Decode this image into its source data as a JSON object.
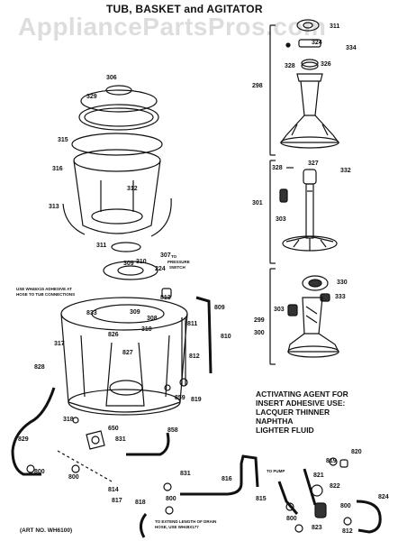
{
  "header": {
    "title": "TUB, BASKET and AGITATOR",
    "watermark": "AppliancePartsPros.com",
    "art_number": "(ART NO. WH6100)"
  },
  "notes": {
    "adhesive_heading": "ACTIVATING AGENT FOR",
    "adhesive_line2": "INSERT ADHESIVE USE:",
    "adhesive_items": [
      "LACQUER THINNER",
      "NAPHTHA",
      "LIGHTER FLUID"
    ],
    "use_adhesive": [
      "USE WH46X15 ADHESIVE AT",
      "HOSE TO TUB CONNECTIONS"
    ],
    "to_pressure_switch": [
      "TO",
      "PRESSURE",
      "SWITCH"
    ],
    "to_pump": "TO PUMP",
    "drain_hose": [
      "TO EXTEND LENGTH OF DRAIN",
      "HOSE, USE WH49X177"
    ]
  },
  "parts": {
    "p306": "306",
    "p329": "329",
    "p315": "315",
    "p316": "316",
    "p312": "312",
    "p313": "313",
    "p311": "311",
    "p310": "310",
    "p307": "307",
    "p309a": "309",
    "p224": "224",
    "p813": "813",
    "p809": "809",
    "p833": "833",
    "p309b": "309",
    "p308": "308",
    "p810t": "310",
    "p826": "826",
    "p811": "811",
    "p810": "810",
    "p317": "317",
    "p828": "828",
    "p827": "827",
    "p812": "812",
    "p859": "859",
    "p819a": "819",
    "p318": "318",
    "p650": "650",
    "p858": "858",
    "p829": "829",
    "p831a": "831",
    "p800a": "800",
    "p800b": "800",
    "p814": "814",
    "p817": "817",
    "p831b": "831",
    "p800c": "800",
    "p818": "818",
    "p816": "816",
    "p815": "815",
    "p819b": "819",
    "p820": "820",
    "p821": "821",
    "p822": "822",
    "p800d": "800",
    "p823": "823",
    "p812b": "812",
    "p824": "824",
    "p800e": "800",
    "p311b": "311",
    "p324": "324",
    "p334": "334",
    "p328a": "328",
    "p326": "326",
    "p298": "298",
    "p328b": "328",
    "p327": "327",
    "p332": "332",
    "p301": "301",
    "p303a": "303",
    "p330": "330",
    "p333": "333",
    "p299": "299",
    "p303b": "303",
    "p300": "300"
  }
}
